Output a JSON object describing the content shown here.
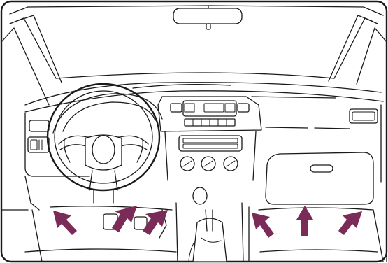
{
  "diagram": {
    "subject": "car-interior-footwell-airflow",
    "colors": {
      "line": "#1a1a1a",
      "arrow": "#7b2b57",
      "background": "#ffffff"
    },
    "arrows": [
      {
        "id": "driver-left",
        "direction": "up-left"
      },
      {
        "id": "driver-center",
        "direction": "up-right"
      },
      {
        "id": "driver-right",
        "direction": "up-right"
      },
      {
        "id": "passenger-left",
        "direction": "up-left"
      },
      {
        "id": "passenger-center",
        "direction": "up"
      },
      {
        "id": "passenger-right",
        "direction": "up-right"
      }
    ]
  }
}
